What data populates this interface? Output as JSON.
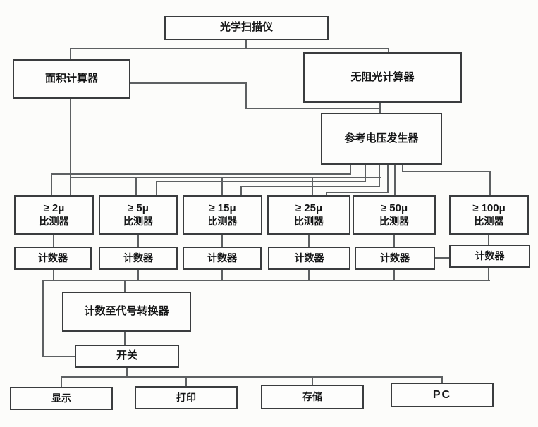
{
  "diagram": {
    "nodes": {
      "scanner": "光学扫描仪",
      "area_calculator": "面积计算器",
      "no_block_light_calculator": "无阻光计算器",
      "reference_voltage_generator": "参考电压发生器",
      "comparators": [
        {
          "threshold": "≥ 2μ",
          "label": "比测器"
        },
        {
          "threshold": "≥ 5μ",
          "label": "比测器"
        },
        {
          "threshold": "≥ 15μ",
          "label": "比测器"
        },
        {
          "threshold": "≥ 25μ",
          "label": "比测器"
        },
        {
          "threshold": "≥ 50μ",
          "label": "比测器"
        },
        {
          "threshold": "≥ 100μ",
          "label": "比测器"
        }
      ],
      "counters": [
        "计数器",
        "计数器",
        "计数器",
        "计数器",
        "计数器",
        "计数器"
      ],
      "converter": "计数至代号转换器",
      "switch": "开关",
      "outputs": [
        "显示",
        "打印",
        "存储",
        "PC"
      ]
    },
    "colors": {
      "wire": "#5d6062",
      "box_border": "#3a3c3e",
      "background": "#fcfcfa",
      "text": "#141516"
    }
  }
}
